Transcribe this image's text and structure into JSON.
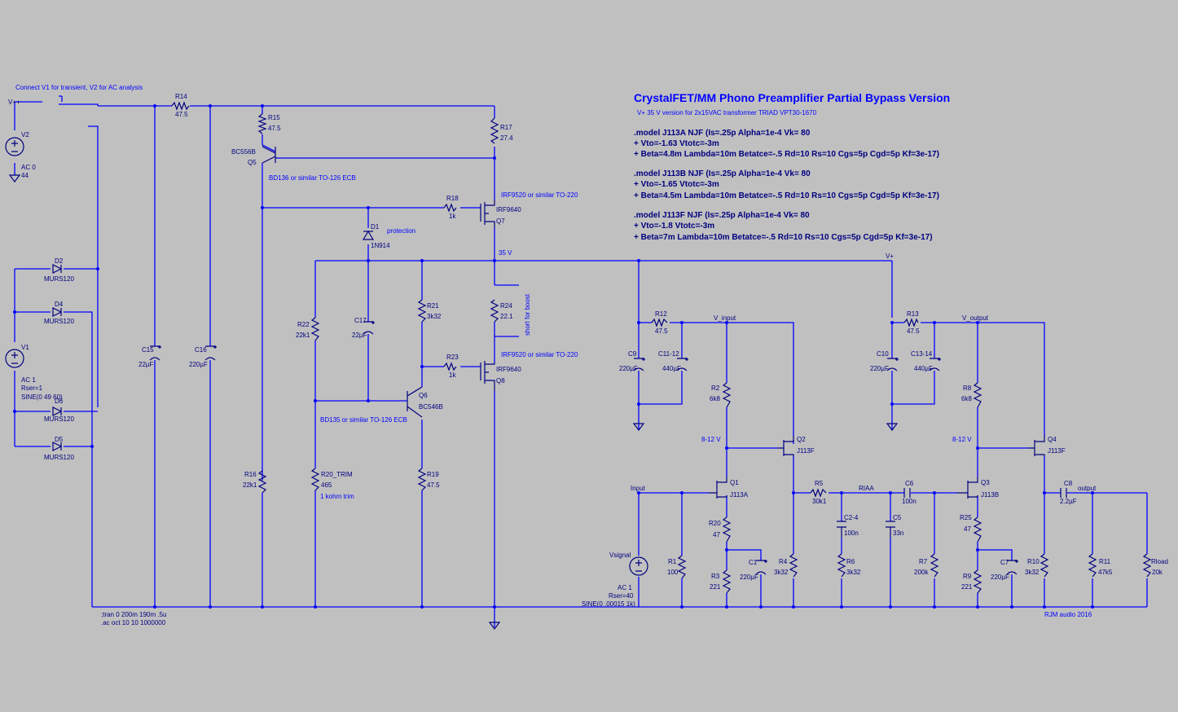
{
  "title": "CrystalFET/MM Phono Preamplifier Partial Bypass Version",
  "subtitle": "V+ 35 V version for 2x15VAC transformer TRIAD VPT30-1670",
  "models": [
    ".model J113A NJF (Is=.25p Alpha=1e-4 Vk= 80",
    "+ Vto=-1.63 Vtotc=-3m",
    "+ Beta=4.8m Lambda=10m Betatce=-.5 Rd=10 Rs=10 Cgs=5p Cgd=5p Kf=3e-17)",
    ".model J113B NJF (Is=.25p Alpha=1e-4 Vk= 80",
    "+ Vto=-1.65 Vtotc=-3m",
    "+ Beta=4.5m Lambda=10m Betatce=-.5 Rd=10 Rs=10 Cgs=5p Cgd=5p Kf=3e-17)",
    ".model J113F NJF (Is=.25p Alpha=1e-4 Vk= 80",
    "+ Vto=-1.8 Vtotc=-3m",
    "+ Beta=7m Lambda=10m Betatce=-.5 Rd=10 Rs=10 Cgs=5p Cgd=5p Kf=3e-17)"
  ],
  "notes": {
    "connect": "Connect V1 for transient, V2 for AC analysis",
    "bd136": "BD136 or similar TO-126 ECB",
    "bd135": "BD135 or similar TO-126 ECB",
    "irf_top": "IRF9520 or similar TO-220",
    "irf_bot": "IRF9520 or similar TO-220",
    "protection": "protection",
    "boost": "short for boost",
    "trim": "1 kohm trim",
    "v35": "35 V",
    "vin_range": "8-12 V",
    "vout_range": "8-12 V",
    "tran": ";tran 0 200m 190m .5u",
    "ac": ".ac oct 10 10 1000000",
    "credit": "RJM audio 2016"
  },
  "nets": {
    "vpp": "V++",
    "vplus": "V+",
    "v_input": "V_input",
    "v_output": "V_output",
    "input": "Input",
    "riaa": "RIAA",
    "output": "output"
  },
  "sources": {
    "v2": {
      "name": "V2",
      "l1": "AC 0",
      "l2": "44"
    },
    "v1": {
      "name": "V1",
      "l1": "AC 1",
      "l2": "Rser=1",
      "l3": "SINE(0 49 60)"
    },
    "vsig": {
      "name": "Vsignal",
      "l1": "AC 1",
      "l2": "Rser=40",
      "l3": "SINE(0 .00015 1k)"
    }
  },
  "components": [
    {
      "id": "r14",
      "name": "R14",
      "value": "47.5"
    },
    {
      "id": "r15",
      "name": "R15",
      "value": "47.5"
    },
    {
      "id": "r17",
      "name": "R17",
      "value": "27.4"
    },
    {
      "id": "q5",
      "name": "BC556B",
      "value": "Q5"
    },
    {
      "id": "r18",
      "name": "R18",
      "value": "1k"
    },
    {
      "id": "q7",
      "name": "IRF9640",
      "value": "Q7"
    },
    {
      "id": "d1",
      "name": "D1",
      "value": "1N914"
    },
    {
      "id": "d2",
      "name": "D2",
      "value": "MURS120"
    },
    {
      "id": "d4",
      "name": "D4",
      "value": "MURS120"
    },
    {
      "id": "d6",
      "name": "D6",
      "value": "MURS120"
    },
    {
      "id": "d5",
      "name": "D5",
      "value": "MURS120"
    },
    {
      "id": "c15",
      "name": "C15",
      "value": "22µF"
    },
    {
      "id": "c16",
      "name": "C16",
      "value": "220µF"
    },
    {
      "id": "r22",
      "name": "R22",
      "value": "22k1"
    },
    {
      "id": "c17",
      "name": "C17",
      "value": "22µF"
    },
    {
      "id": "r21",
      "name": "R21",
      "value": "3k32"
    },
    {
      "id": "r24",
      "name": "R24",
      "value": "22.1"
    },
    {
      "id": "r23",
      "name": "R23",
      "value": "1k"
    },
    {
      "id": "q8",
      "name": "IRF9640",
      "value": "Q8"
    },
    {
      "id": "q6",
      "name": "Q6",
      "value": "BC546B"
    },
    {
      "id": "r16",
      "name": "R16",
      "value": "22k1"
    },
    {
      "id": "r20t",
      "name": "R20_TRIM",
      "value": "465"
    },
    {
      "id": "r19",
      "name": "R19",
      "value": "47.5"
    },
    {
      "id": "r12",
      "name": "R12",
      "value": "47.5"
    },
    {
      "id": "c9",
      "name": "C9",
      "value": "220µF"
    },
    {
      "id": "c1112",
      "name": "C11-12",
      "value": "440µF"
    },
    {
      "id": "r2",
      "name": "R2",
      "value": "6k8"
    },
    {
      "id": "q2",
      "name": "Q2",
      "value": "J113F"
    },
    {
      "id": "q1",
      "name": "Q1",
      "value": "J113A"
    },
    {
      "id": "r1",
      "name": "R1",
      "value": "100"
    },
    {
      "id": "r20",
      "name": "R20",
      "value": "47"
    },
    {
      "id": "r3",
      "name": "R3",
      "value": "221"
    },
    {
      "id": "c1",
      "name": "C1",
      "value": "220µF"
    },
    {
      "id": "r4",
      "name": "R4",
      "value": "3k32"
    },
    {
      "id": "r5",
      "name": "R5",
      "value": "30k1"
    },
    {
      "id": "c24",
      "name": "C2-4",
      "value": "100n"
    },
    {
      "id": "r6",
      "name": "R6",
      "value": "3k32"
    },
    {
      "id": "c6",
      "name": "C6",
      "value": "100n"
    },
    {
      "id": "c5",
      "name": "C5",
      "value": "33n"
    },
    {
      "id": "r7",
      "name": "R7",
      "value": "200k"
    },
    {
      "id": "r13",
      "name": "R13",
      "value": "47.5"
    },
    {
      "id": "c10",
      "name": "C10",
      "value": "220µF"
    },
    {
      "id": "c1314",
      "name": "C13-14",
      "value": "440µF"
    },
    {
      "id": "r8",
      "name": "R8",
      "value": "6k8"
    },
    {
      "id": "q4",
      "name": "Q4",
      "value": "J113F"
    },
    {
      "id": "q3",
      "name": "Q3",
      "value": "J113B"
    },
    {
      "id": "r25",
      "name": "R25",
      "value": "47"
    },
    {
      "id": "r9",
      "name": "R9",
      "value": "221"
    },
    {
      "id": "c7",
      "name": "C7",
      "value": "220µF"
    },
    {
      "id": "r10",
      "name": "R10",
      "value": "3k32"
    },
    {
      "id": "c8",
      "name": "C8",
      "value": "2.2µF"
    },
    {
      "id": "r11",
      "name": "R11",
      "value": "47k5"
    },
    {
      "id": "rload",
      "name": "Rload",
      "value": "20k"
    }
  ],
  "colors": {
    "background": "#c0c0c0",
    "wire": "#0000ff",
    "component": "#000080",
    "text": "#000080"
  }
}
